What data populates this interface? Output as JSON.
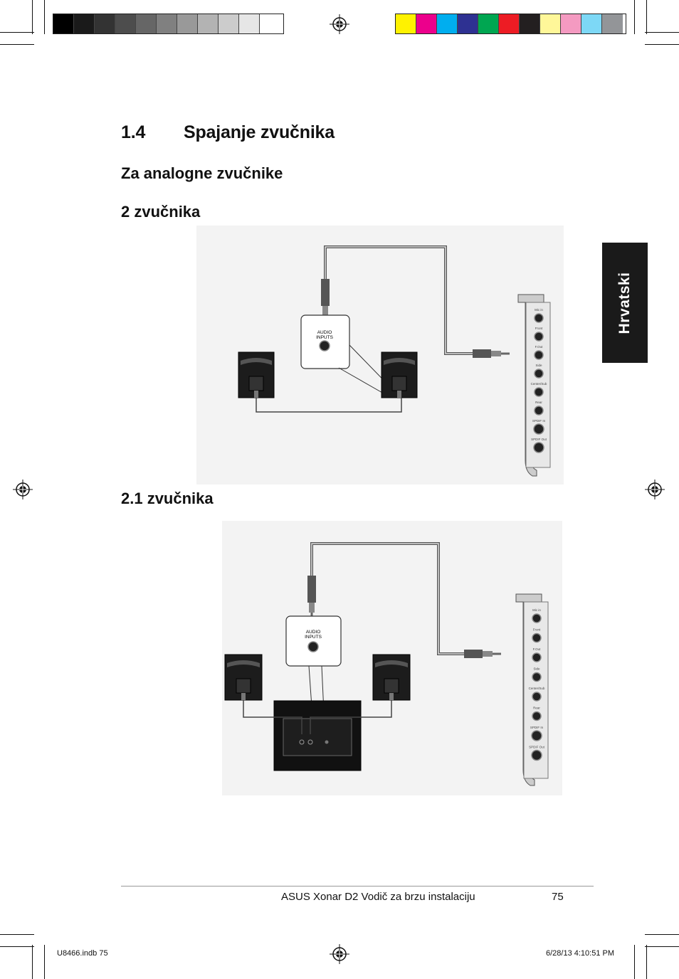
{
  "print_marks": {
    "gray_swatches": [
      "#000000",
      "#1a1a1a",
      "#333333",
      "#4d4d4d",
      "#666666",
      "#808080",
      "#999999",
      "#b3b3b3",
      "#cccccc",
      "#e6e6e6",
      "#ffffff"
    ],
    "color_swatches": [
      "#fff200",
      "#ec008c",
      "#00aeef",
      "#2e3192",
      "#00a651",
      "#ed1c24",
      "#231f20",
      "#fff799",
      "#f49ac1",
      "#7dd8f6",
      "#939598"
    ]
  },
  "section": {
    "number": "1.4",
    "title": "Spajanje zvučnika"
  },
  "subheading": "Za analogne zvučnike",
  "side_tab": "Hrvatski",
  "diagrams": [
    {
      "heading": "2 zvučnika",
      "amp_label_line1": "AUDIO",
      "amp_label_line2": "INPUTS",
      "card_labels": [
        "Mic in",
        "Front",
        "F.Out",
        "Side",
        "Center/Sub",
        "Rear",
        "SPDIF In",
        "SPDIF Out"
      ]
    },
    {
      "heading": "2.1 zvučnika",
      "amp_label_line1": "AUDIO",
      "amp_label_line2": "INPUTS",
      "card_labels": [
        "Mic in",
        "Front",
        "F.Out",
        "Side",
        "Center/Sub",
        "Rear",
        "SPDIF In",
        "SPDIF Out"
      ]
    }
  ],
  "footer": {
    "doc_title": "ASUS Xonar D2 Vodič za brzu instalaciju",
    "page_number": "75"
  },
  "slug": {
    "file": "U8466.indb   75",
    "datetime": "6/28/13   4:10:51 PM"
  }
}
